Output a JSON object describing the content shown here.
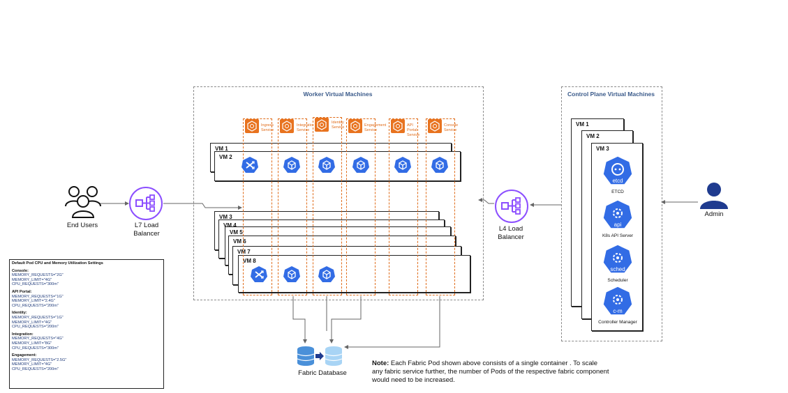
{
  "worker_area": {
    "title": "Worker Virtual Machines"
  },
  "control_plane": {
    "title": "Control Plane Virtual Machines"
  },
  "services": [
    {
      "label": "Ingress Service"
    },
    {
      "label": "Integration Service"
    },
    {
      "label": "Identity Service"
    },
    {
      "label": "Engagement Service"
    },
    {
      "label": "API Portal Service"
    },
    {
      "label": "Console Service"
    }
  ],
  "worker_vms_top": [
    "VM 1",
    "VM 2"
  ],
  "worker_vms_bottom": [
    "VM 3",
    "VM 4",
    "VM 5",
    "VM 6",
    "VM 7",
    "VM 8"
  ],
  "control_vms": [
    "VM 1",
    "VM 2",
    "VM 3"
  ],
  "control_components": [
    {
      "icon_text": "etcd",
      "label": "ETCD"
    },
    {
      "icon_text": "api",
      "label": "K8s API Server"
    },
    {
      "icon_text": "sched",
      "label": "Scheduler"
    },
    {
      "icon_text": "c-m",
      "label": "Controller Manager"
    }
  ],
  "end_users": {
    "label": "End Users"
  },
  "l7": {
    "label": "L7 Load\nBalancer"
  },
  "l4": {
    "label": "L4 Load\nBalancer"
  },
  "admin": {
    "label": "Admin"
  },
  "database": {
    "label": "Fabric Database"
  },
  "settings": {
    "title": "Default Pod CPU and Memory Utilization Settings",
    "sections": [
      {
        "name": "Console:",
        "lines": [
          "MEMORY_REQUESTS=\"2G\"",
          "MEMORY_LIMIT=\"4G\"",
          "CPU_REQUESTS=\"300m\""
        ]
      },
      {
        "name": "API Portal:",
        "lines": [
          "MEMORY_REQUESTS=\"1G\"",
          "MEMORY_LIMIT=\"2.4G\"",
          "CPU_REQUESTS=\"200m\""
        ]
      },
      {
        "name": "Identity:",
        "lines": [
          "MEMORY_REQUESTS=\"1G\"",
          "MEMORY_LIMIT=\"4G\"",
          "CPU_REQUESTS=\"200m\""
        ]
      },
      {
        "name": "Integration:",
        "lines": [
          "MEMORY_REQUESTS=\"4G\"",
          "MEMORY_LIMIT=\"8G\"",
          "CPU_REQUESTS=\"300m\""
        ]
      },
      {
        "name": "Engagement:",
        "lines": [
          "MEMORY_REQUESTS=\"2.5G\"",
          "MEMORY_LIMIT=\"4G\"",
          "CPU_REQUESTS=\"200m\""
        ]
      }
    ]
  },
  "note": {
    "bold": "Note:",
    "text": " Each Fabric Pod shown above consists of a single container . To scale  any fabric service further, the number of Pods  of the respective fabric  component would need to be increased."
  },
  "colors": {
    "orange": "#e8731f",
    "k8s_blue": "#326ce5",
    "purple": "#8c4fff",
    "navy": "#1f3b8f",
    "db_blue": "#4a90d9"
  }
}
